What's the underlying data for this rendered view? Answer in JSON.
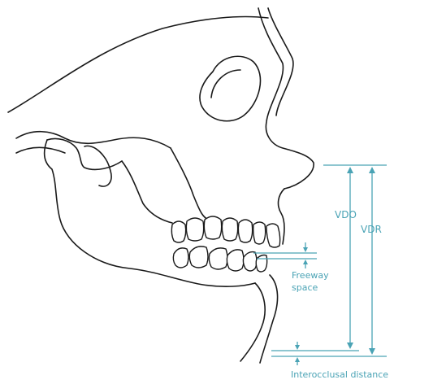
{
  "colors": {
    "measurement": "#4aa3b5",
    "outline": "#1a1a1a"
  },
  "labels": {
    "vdo": "VDO",
    "vdr": "VDR",
    "freeway_line1": "Freeway",
    "freeway_line2": "space",
    "interocclusal": "Interocclusal distance"
  }
}
